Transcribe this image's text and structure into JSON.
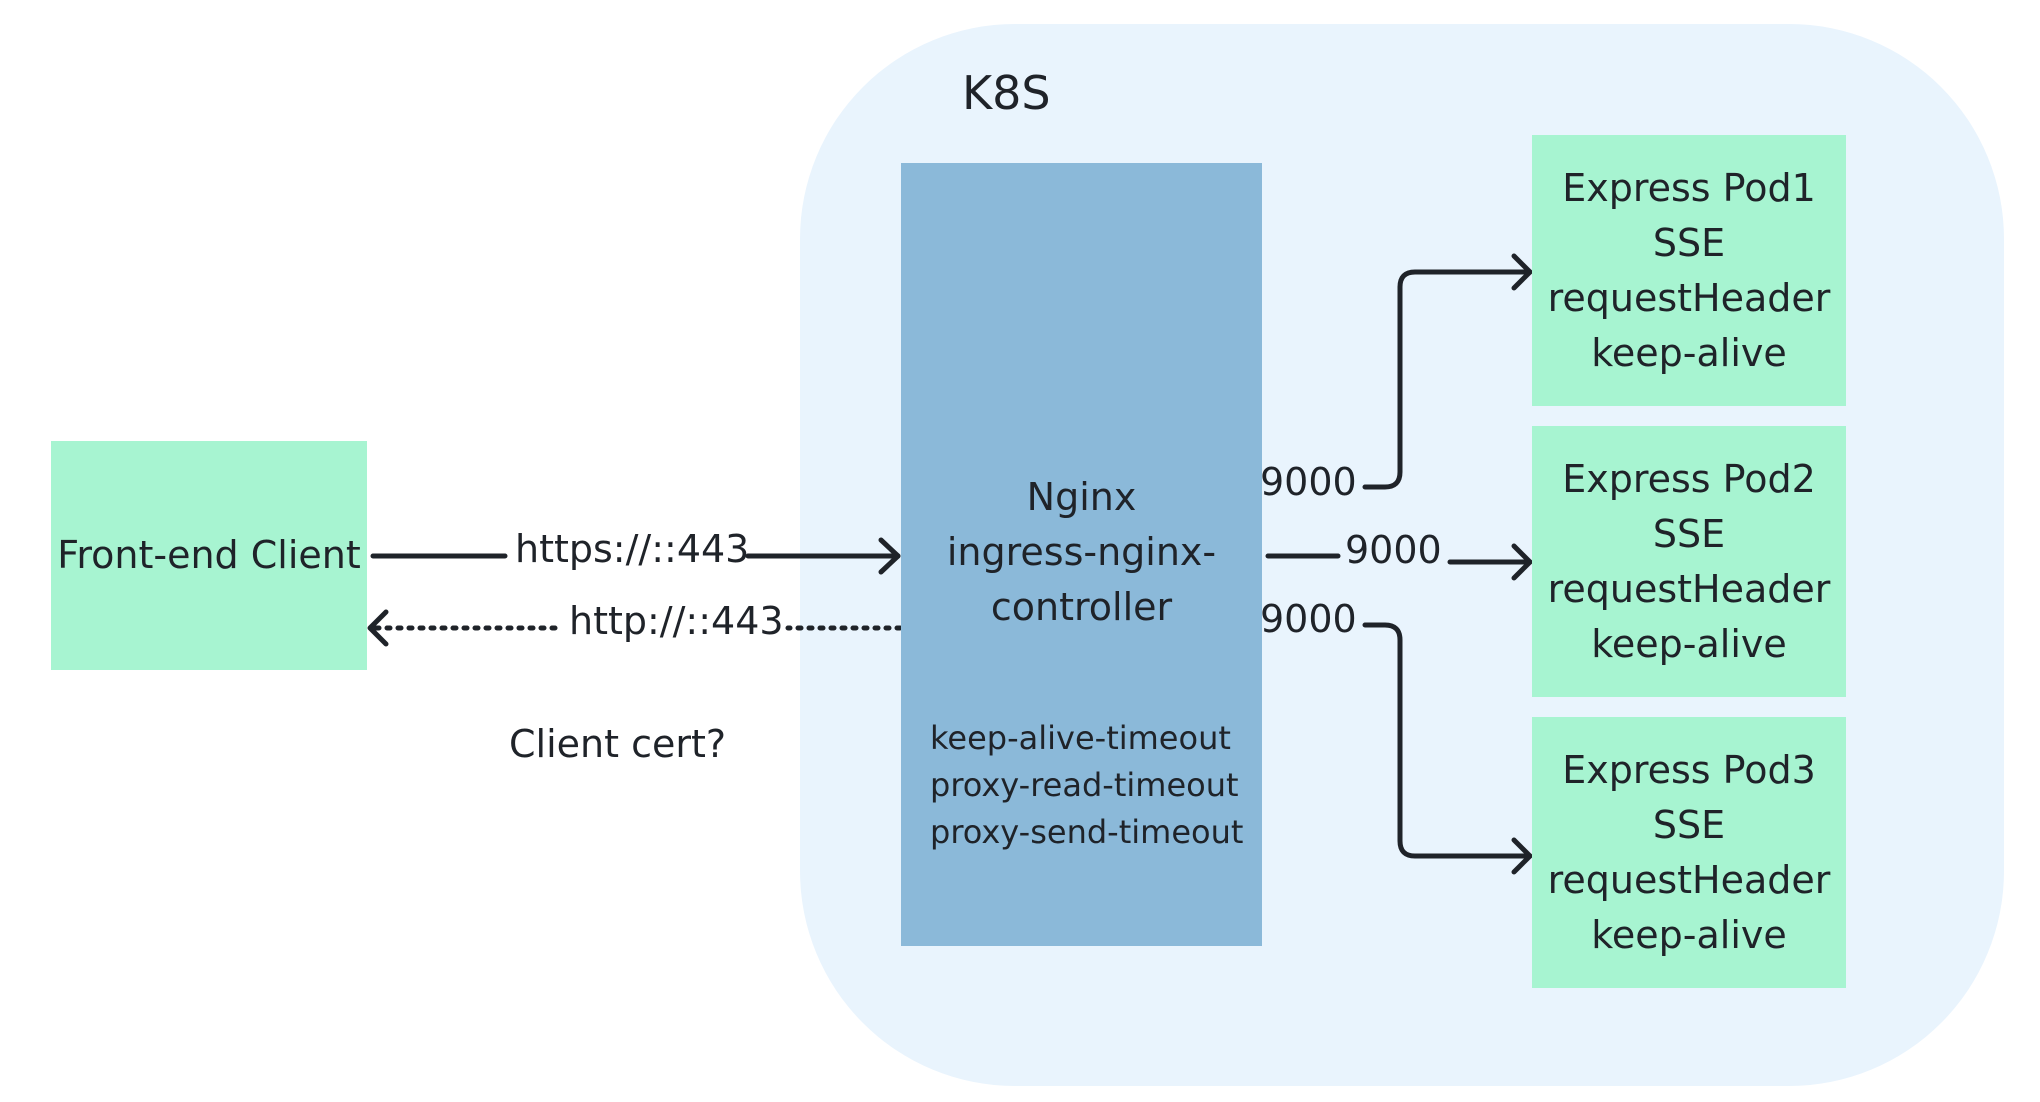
{
  "cluster": {
    "title": "K8S"
  },
  "client": {
    "label": "Front-end Client"
  },
  "nginx": {
    "lines": [
      "Nginx",
      "ingress-nginx-",
      "controller"
    ],
    "settings": [
      "keep-alive-timeout",
      "proxy-read-timeout",
      "proxy-send-timeout"
    ]
  },
  "pods": [
    {
      "lines": [
        "Express Pod1",
        "SSE",
        "requestHeader",
        "keep-alive"
      ]
    },
    {
      "lines": [
        "Express Pod2",
        "SSE",
        "requestHeader",
        "keep-alive"
      ]
    },
    {
      "lines": [
        "Express Pod3",
        "SSE",
        "requestHeader",
        "keep-alive"
      ]
    }
  ],
  "edges": {
    "request_label": "https://::443",
    "response_label": "http://::443",
    "cert_note": "Client cert?",
    "pod_port_1": "9000",
    "pod_port_2": "9000",
    "pod_port_3": "9000"
  },
  "colors": {
    "cluster_bg": "#e9f4fd",
    "node_green": "#a7f4d1",
    "node_blue": "#8bb9d9",
    "ink": "#1f2329"
  }
}
